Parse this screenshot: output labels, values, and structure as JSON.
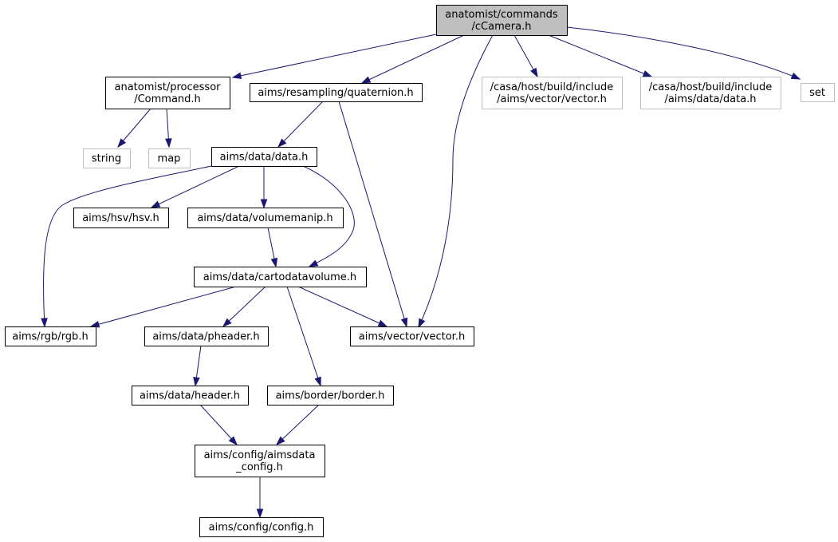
{
  "colors": {
    "edge": "#191970",
    "root_fill": "#bfbfbf",
    "node_border": "#000000",
    "external_border": "#bfbfbf"
  },
  "nodes": [
    {
      "id": "ccamera",
      "lines": [
        "anatomist/commands",
        "/cCamera.h"
      ],
      "kind": "root"
    },
    {
      "id": "command",
      "lines": [
        "anatomist/processor",
        "/Command.h"
      ],
      "kind": "normal"
    },
    {
      "id": "quaternion",
      "lines": [
        "aims/resampling/quaternion.h"
      ],
      "kind": "normal"
    },
    {
      "id": "ext_vector",
      "lines": [
        "/casa/host/build/include",
        "/aims/vector/vector.h"
      ],
      "kind": "external"
    },
    {
      "id": "ext_data",
      "lines": [
        "/casa/host/build/include",
        "/aims/data/data.h"
      ],
      "kind": "external"
    },
    {
      "id": "set",
      "lines": [
        "set"
      ],
      "kind": "external"
    },
    {
      "id": "string",
      "lines": [
        "string"
      ],
      "kind": "external"
    },
    {
      "id": "map",
      "lines": [
        "map"
      ],
      "kind": "external"
    },
    {
      "id": "data",
      "lines": [
        "aims/data/data.h"
      ],
      "kind": "normal"
    },
    {
      "id": "hsv",
      "lines": [
        "aims/hsv/hsv.h"
      ],
      "kind": "normal"
    },
    {
      "id": "volumemanip",
      "lines": [
        "aims/data/volumemanip.h"
      ],
      "kind": "normal"
    },
    {
      "id": "cartodatavolume",
      "lines": [
        "aims/data/cartodatavolume.h"
      ],
      "kind": "normal"
    },
    {
      "id": "rgb",
      "lines": [
        "aims/rgb/rgb.h"
      ],
      "kind": "normal"
    },
    {
      "id": "pheader",
      "lines": [
        "aims/data/pheader.h"
      ],
      "kind": "normal"
    },
    {
      "id": "vector",
      "lines": [
        "aims/vector/vector.h"
      ],
      "kind": "normal"
    },
    {
      "id": "header",
      "lines": [
        "aims/data/header.h"
      ],
      "kind": "normal"
    },
    {
      "id": "border",
      "lines": [
        "aims/border/border.h"
      ],
      "kind": "normal"
    },
    {
      "id": "aimsdata_config",
      "lines": [
        "aims/config/aimsdata",
        "_config.h"
      ],
      "kind": "normal"
    },
    {
      "id": "config",
      "lines": [
        "aims/config/config.h"
      ],
      "kind": "normal"
    }
  ],
  "edges": [
    {
      "from": "ccamera",
      "to": "command"
    },
    {
      "from": "ccamera",
      "to": "quaternion"
    },
    {
      "from": "ccamera",
      "to": "vector"
    },
    {
      "from": "ccamera",
      "to": "ext_vector"
    },
    {
      "from": "ccamera",
      "to": "ext_data"
    },
    {
      "from": "ccamera",
      "to": "set"
    },
    {
      "from": "command",
      "to": "string"
    },
    {
      "from": "command",
      "to": "map"
    },
    {
      "from": "quaternion",
      "to": "data"
    },
    {
      "from": "quaternion",
      "to": "vector"
    },
    {
      "from": "data",
      "to": "rgb"
    },
    {
      "from": "data",
      "to": "hsv"
    },
    {
      "from": "data",
      "to": "volumemanip"
    },
    {
      "from": "data",
      "to": "cartodatavolume"
    },
    {
      "from": "volumemanip",
      "to": "cartodatavolume"
    },
    {
      "from": "cartodatavolume",
      "to": "rgb"
    },
    {
      "from": "cartodatavolume",
      "to": "pheader"
    },
    {
      "from": "cartodatavolume",
      "to": "vector"
    },
    {
      "from": "cartodatavolume",
      "to": "border"
    },
    {
      "from": "pheader",
      "to": "header"
    },
    {
      "from": "header",
      "to": "aimsdata_config"
    },
    {
      "from": "border",
      "to": "aimsdata_config"
    },
    {
      "from": "aimsdata_config",
      "to": "config"
    }
  ]
}
